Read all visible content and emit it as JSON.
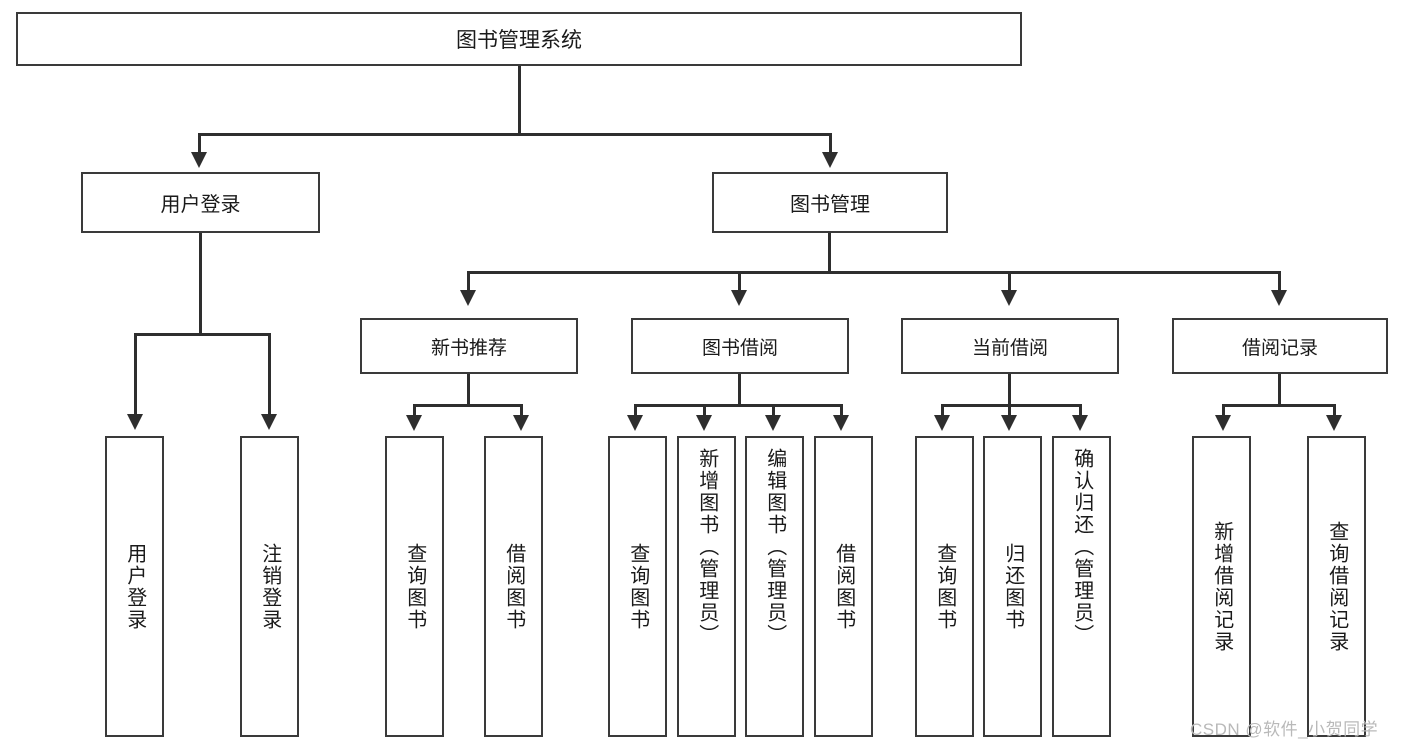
{
  "diagram": {
    "title": "图书管理系统",
    "root": {
      "label": "图书管理系统"
    },
    "level1": [
      {
        "label": "用户登录"
      },
      {
        "label": "图书管理"
      }
    ],
    "level2": [
      {
        "label": "新书推荐"
      },
      {
        "label": "图书借阅"
      },
      {
        "label": "当前借阅"
      },
      {
        "label": "借阅记录"
      }
    ],
    "leaves": {
      "user_login": [
        {
          "label": "用户登录"
        },
        {
          "label": "注销登录"
        }
      ],
      "new_book_recommend": [
        {
          "label": "查询图书"
        },
        {
          "label": "借阅图书"
        }
      ],
      "book_borrow": [
        {
          "label": "查询图书"
        },
        {
          "label": "新增图书（管理员）"
        },
        {
          "label": "编辑图书（管理员）"
        },
        {
          "label": "借阅图书"
        }
      ],
      "current_borrow": [
        {
          "label": "查询图书"
        },
        {
          "label": "归还图书"
        },
        {
          "label": "确认归还（管理员）"
        }
      ],
      "borrow_record": [
        {
          "label": "新增借阅记录"
        },
        {
          "label": "查询借阅记录"
        }
      ]
    }
  },
  "watermark": {
    "text": "CSDN @软件_小贺同学"
  },
  "colors": {
    "border": "#3a3a3a",
    "connector": "#2e2e2e",
    "background": "#ffffff",
    "text": "#1a1a1a",
    "watermark": "#b9b9b9"
  }
}
